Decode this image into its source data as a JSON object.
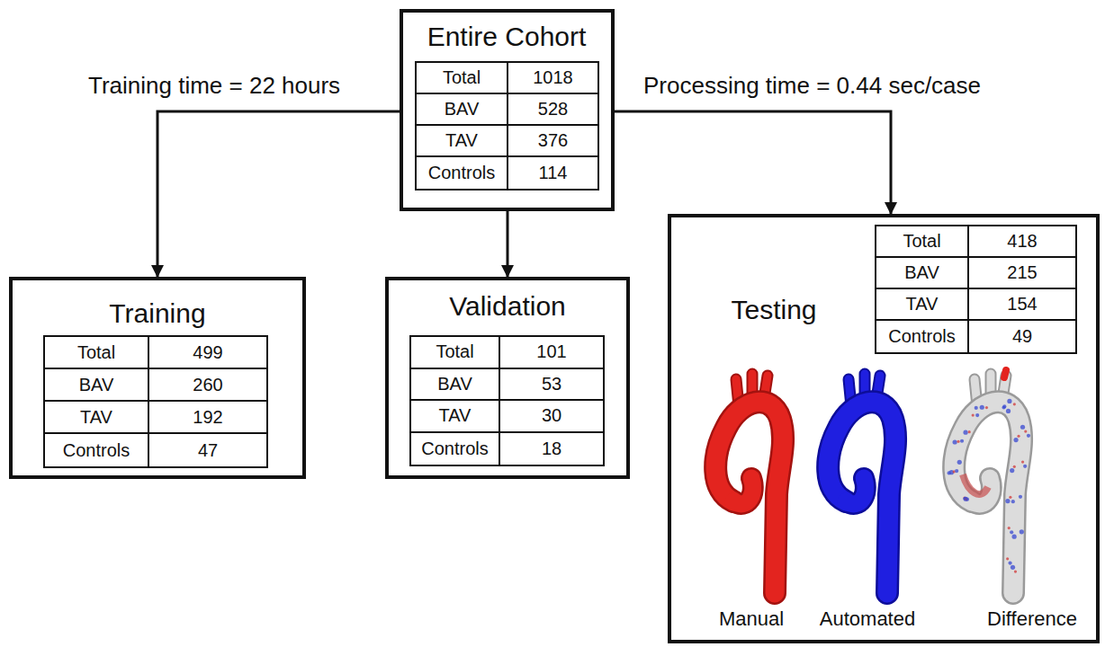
{
  "diagram": {
    "nodes": [
      {
        "text": [
          "Entire Cohort",
          "Total",
          "1018",
          "BAV",
          "528",
          "TAV",
          "376",
          "Controls",
          "114"
        ]
      },
      {
        "text": [
          "Training",
          "Total",
          "499",
          "BAV",
          "260",
          "TAV",
          "192",
          "Controls",
          "47"
        ]
      },
      {
        "text": [
          "Validation",
          "Total",
          "101",
          "BAV",
          "53",
          "TAV",
          "30",
          "Controls",
          "18"
        ]
      },
      {
        "text": [
          "Testing",
          "Total",
          "418",
          "BAV",
          "215",
          "TAV",
          "154",
          "Controls",
          "49",
          "Manual",
          "Automated",
          "Difference"
        ]
      }
    ],
    "edges": [
      {
        "from": 0,
        "to": 1,
        "label": "Training time = 22 hours",
        "arrow": "to"
      },
      {
        "from": 0,
        "to": 2,
        "arrow": "to"
      },
      {
        "from": 0,
        "to": 3,
        "label": "Processing time = 0.44 sec/case",
        "arrow": "to"
      }
    ]
  }
}
